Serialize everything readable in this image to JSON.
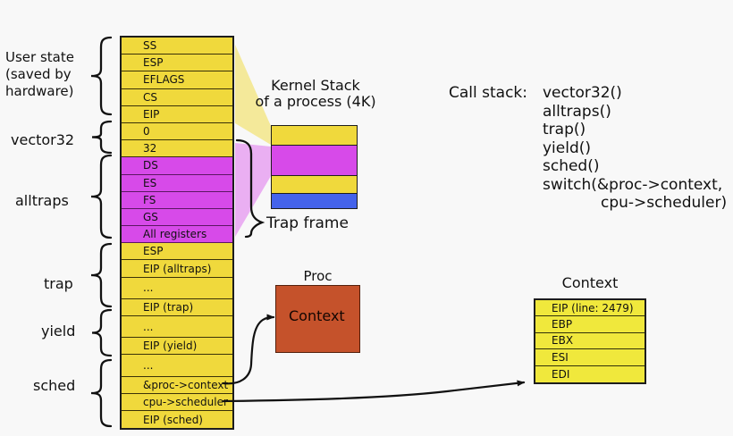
{
  "colors": {
    "background": "#f8f8f8",
    "stack_yellow": "#f0d93c",
    "magenta": "#d74ae9",
    "blue": "#4463eb",
    "proc_orange": "#c5522b",
    "context_yellow": "#f0e83c",
    "line": "#1a1a1a"
  },
  "stack": {
    "rows": [
      {
        "label": "SS",
        "color": "yellow"
      },
      {
        "label": "ESP",
        "color": "yellow"
      },
      {
        "label": "EFLAGS",
        "color": "yellow"
      },
      {
        "label": "CS",
        "color": "yellow"
      },
      {
        "label": "EIP",
        "color": "yellow"
      },
      {
        "label": "0",
        "color": "yellow"
      },
      {
        "label": "32",
        "color": "yellow"
      },
      {
        "label": "DS",
        "color": "magenta"
      },
      {
        "label": "ES",
        "color": "magenta"
      },
      {
        "label": "FS",
        "color": "magenta"
      },
      {
        "label": "GS",
        "color": "magenta"
      },
      {
        "label": "All registers",
        "color": "magenta"
      },
      {
        "label": "ESP",
        "color": "yellow"
      },
      {
        "label": "EIP (alltraps)",
        "color": "yellow"
      },
      {
        "label": "...",
        "color": "yellow",
        "tall": true
      },
      {
        "label": "EIP (trap)",
        "color": "yellow"
      },
      {
        "label": "...",
        "color": "yellow",
        "tall": true
      },
      {
        "label": "EIP (yield)",
        "color": "yellow"
      },
      {
        "label": "...",
        "color": "yellow",
        "tall": true
      },
      {
        "label": "&proc->context",
        "color": "yellow"
      },
      {
        "label": "cpu->scheduler",
        "color": "yellow"
      },
      {
        "label": "EIP (sched)",
        "color": "yellow"
      }
    ]
  },
  "side_labels": {
    "user_state": "User state\n(saved by\nhardware)",
    "vector32": "vector32",
    "alltraps": "alltraps",
    "trap": "trap",
    "yield": "yield",
    "sched": "sched"
  },
  "kernel_stack": {
    "title": "Kernel Stack\nof a process (4K)",
    "sections": [
      "yellow",
      "magenta",
      "yellow",
      "blue"
    ],
    "trap_frame_label": "Trap frame"
  },
  "call_stack": {
    "label": "Call stack:",
    "lines": [
      {
        "text": "vector32()",
        "indent": false
      },
      {
        "text": "alltraps()",
        "indent": false
      },
      {
        "text": "trap()",
        "indent": false
      },
      {
        "text": "yield()",
        "indent": false
      },
      {
        "text": "sched()",
        "indent": false
      },
      {
        "text": "switch(&proc->context,",
        "indent": false
      },
      {
        "text": "cpu->scheduler)",
        "indent": true
      }
    ]
  },
  "proc": {
    "title": "Proc",
    "context_label": "Context"
  },
  "context_table": {
    "title": "Context",
    "rows": [
      "EIP (line: 2479)",
      "EBP",
      "EBX",
      "ESI",
      "EDI"
    ]
  }
}
